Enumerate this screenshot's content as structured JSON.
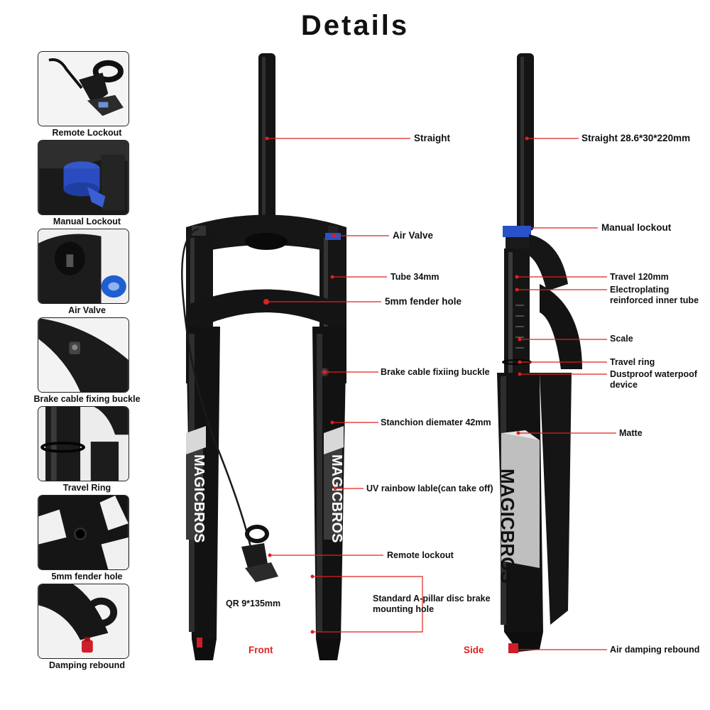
{
  "title": "Details",
  "thumbnails": [
    {
      "label": "Remote Lockout"
    },
    {
      "label": "Manual Lockout"
    },
    {
      "label": "Air Valve"
    },
    {
      "label": "Brake cable fixing buckle"
    },
    {
      "label": "Travel Ring"
    },
    {
      "label": "5mm fender hole"
    },
    {
      "label": "Damping rebound"
    }
  ],
  "front": {
    "view_label": "Front",
    "qr_label": "QR 9*135mm",
    "brand_text": "MAGICBROS",
    "callouts": [
      "Straight",
      "Air Valve",
      "Tube 34mm",
      "5mm fender hole",
      "Brake cable fixiing buckle",
      "Stanchion diemater 42mm",
      "UV rainbow lable(can take off)",
      "Remote lockout",
      "Standard A-pillar disc brake",
      "mounting hole"
    ]
  },
  "side": {
    "view_label": "Side",
    "brand_text": "MAGICBROS",
    "callouts": [
      "Straight 28.6*30*220mm",
      "Manual lockout",
      "Travel 120mm",
      "Electroplating",
      "reinforced inner tube",
      "Scale",
      "Travel ring",
      "Dustproof waterpoof",
      "device",
      "Matte",
      "Air damping rebound"
    ]
  },
  "colors": {
    "accent": "#e02020",
    "fork": "#141414",
    "fork_highlight": "#3a3a3a",
    "valve_blue": "#2a52c8"
  }
}
